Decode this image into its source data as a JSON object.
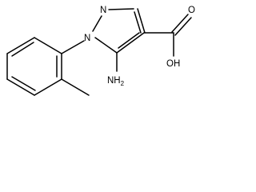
{
  "diagram": {
    "kind": "skeletal chemical structure",
    "atom_labels": {
      "ring_n2": "N",
      "ring_n1": "N",
      "carbonyl_o": "O",
      "hydroxyl": "OH",
      "amino_nh2": "NH",
      "amino_sub": "2"
    },
    "colors": {
      "bond": "#000000",
      "label": "#000000",
      "background": "#ffffff"
    }
  }
}
